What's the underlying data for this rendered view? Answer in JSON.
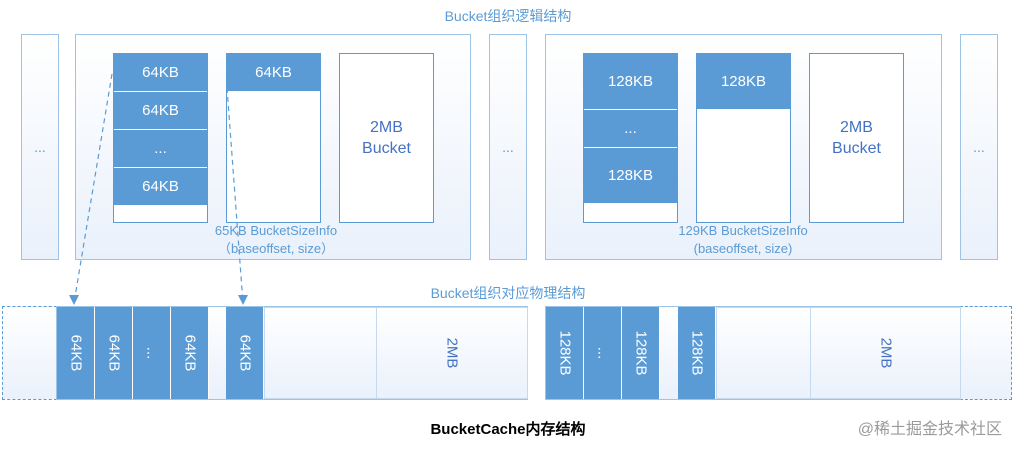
{
  "logical": {
    "title": "Bucket组织逻辑结构",
    "ellipsis": "...",
    "group1": {
      "block_label": "64KB",
      "col_ellipsis": "...",
      "single_label": "64KB",
      "big_bucket_line1": "2MB",
      "big_bucket_line2": "Bucket",
      "info_line1": "65KB BucketSizeInfo",
      "info_line2": "（baseoffset, size）"
    },
    "group2": {
      "block_label": "128KB",
      "col_ellipsis": "...",
      "single_label": "128KB",
      "big_bucket_line1": "2MB",
      "big_bucket_line2": "Bucket",
      "info_line1": "129KB BucketSizeInfo",
      "info_line2": "(baseoffset, size)"
    }
  },
  "physical": {
    "title": "Bucket组织对应物理结构",
    "group1": {
      "block_label": "64KB",
      "ellipsis": "...",
      "single_label": "64KB",
      "big_label": "2MB"
    },
    "group2": {
      "block_label": "128KB",
      "ellipsis": "...",
      "single_label": "128KB",
      "big_label": "2MB"
    }
  },
  "footer": {
    "title": "BucketCache内存结构",
    "watermark": "@稀土掘金技术社区"
  },
  "colors": {
    "accent": "#5b9bd5",
    "text_dark": "#4472c4"
  }
}
